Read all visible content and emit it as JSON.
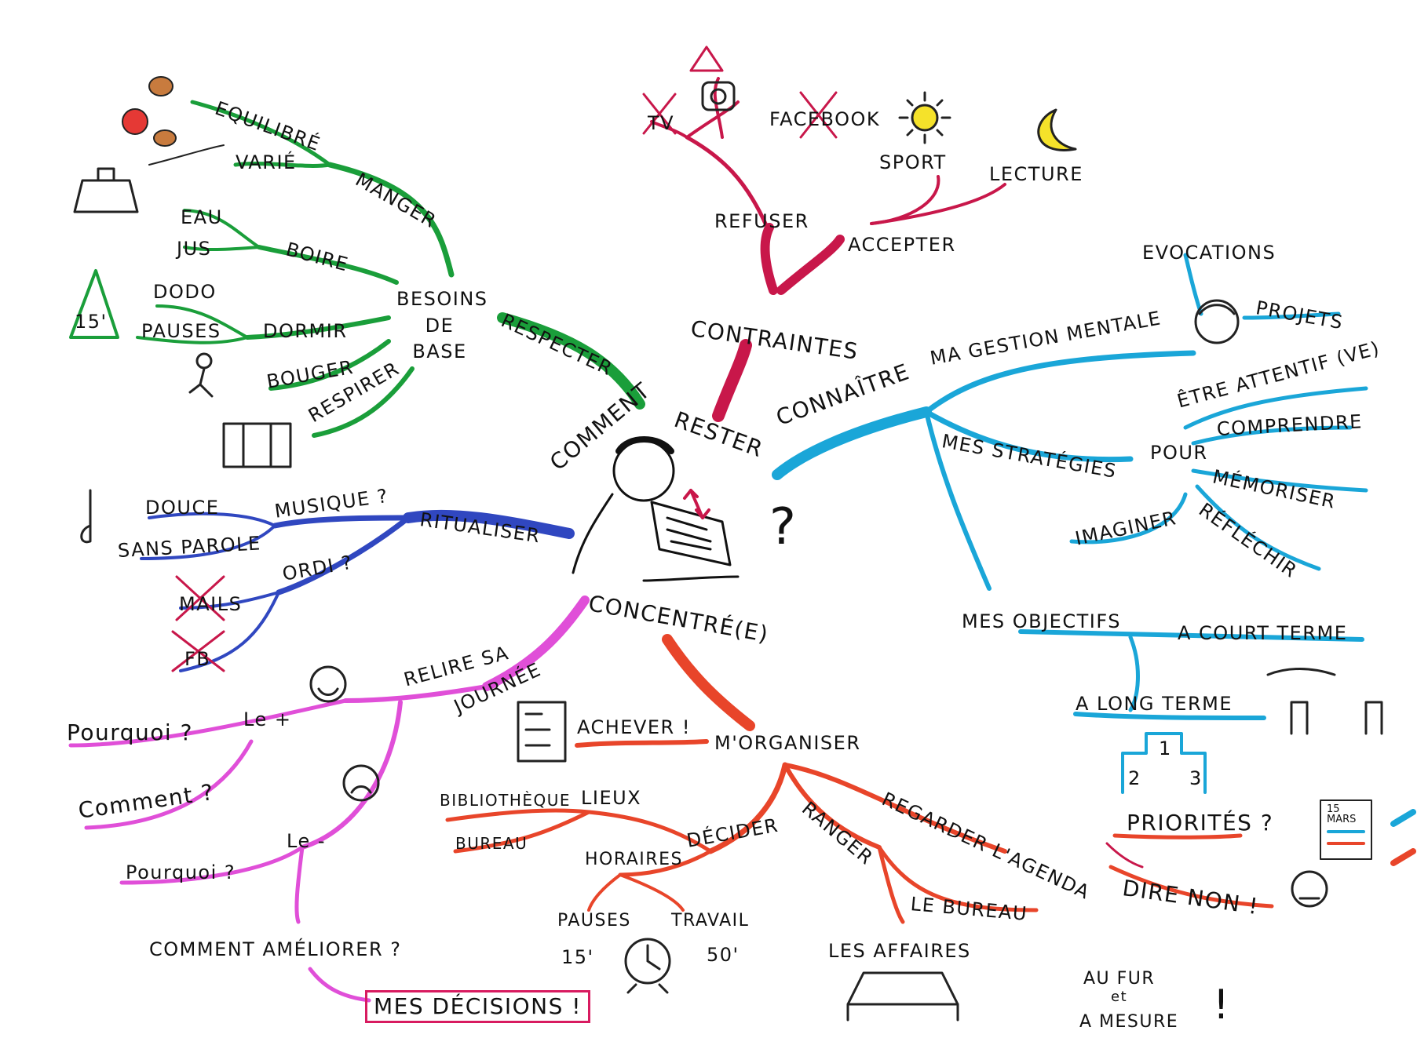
{
  "center": {
    "words": [
      "COMMENT",
      "RESTER",
      "CONCENTRÉ(E)"
    ],
    "question_mark": "?"
  },
  "branches": {
    "respecter": {
      "color": "#1a9e3a",
      "label": "RESPECTER",
      "hub": "BESOINS DE BASE",
      "items": {
        "manger": "MANGER",
        "equilibre": "EQUILIBRÉ",
        "varie": "VARIÉ",
        "boire": "BOIRE",
        "eau": "EAU",
        "jus": "JUS",
        "dormir": "DORMIR",
        "dodo": "DODO",
        "pauses": "PAUSES",
        "bouger": "BOUGER",
        "respirer": "RESPIRER",
        "timer": "15'"
      }
    },
    "contraintes": {
      "color": "#c8174a",
      "label": "CONTRAINTES",
      "refuser": "REFUSER",
      "accepter": "ACCEPTER",
      "tv": "TV",
      "facebook": "FACEBOOK",
      "sport": "SPORT",
      "lecture": "LECTURE"
    },
    "connaitre": {
      "color": "#1aa6d8",
      "label": "CONNAÎTRE",
      "gestion": "MA GESTION MENTALE",
      "evocations": "EVOCATIONS",
      "projets": "PROJETS",
      "strategies": "MES STRATÉGIES",
      "pour": "POUR",
      "attentif": "ÊTRE ATTENTIF (VE)",
      "comprendre": "COMPRENDRE",
      "memoriser": "MÉMORISER",
      "reflechir": "RÉFLÉCHIR",
      "imaginer": "IMAGINER",
      "objectifs": "MES OBJECTIFS",
      "court": "A COURT TERME",
      "long": "A LONG TERME",
      "podium": [
        "1",
        "2",
        "3"
      ]
    },
    "ritualiser": {
      "color": "#3047c0",
      "label": "RITUALISER",
      "musique": "MUSIQUE ?",
      "douce": "DOUCE",
      "sans_parole": "SANS PAROLE",
      "ordi": "ORDI ?",
      "mails": "MAILS",
      "fb": "FB"
    },
    "relire": {
      "color": "#e04fd8",
      "label1": "RELIRE SA",
      "label2": "JOURNÉE",
      "plus": "Le +",
      "moins": "Le -",
      "pourquoi1": "Pourquoi ?",
      "comment": "Comment ?",
      "pourquoi2": "Pourquoi ?",
      "ameliorer": "COMMENT AMÉLIORER ?",
      "decisions": "MES DÉCISIONS !"
    },
    "organiser": {
      "color": "#e8452a",
      "label": "M'ORGANISER",
      "achever": "ACHEVER !",
      "decider": "DÉCIDER",
      "lieux": "LIEUX",
      "bibliotheque": "BIBLIOTHÈQUE",
      "bureau": "BUREAU",
      "horaires": "HORAIRES",
      "pauses": "PAUSES",
      "pauses_min": "15'",
      "travail": "TRAVAIL",
      "travail_min": "50'",
      "ranger": "RANGER",
      "le_bureau": "LE BUREAU",
      "affaires": "LES AFFAIRES",
      "agenda": "REGARDER L'AGENDA",
      "priorites": "PRIORITÉS ?",
      "dire_non": "DIRE NON !",
      "calendar": "15 MARS"
    }
  },
  "footer": {
    "line1": "AU FUR",
    "line2": "et",
    "line3": "A MESURE",
    "mark": "!"
  }
}
